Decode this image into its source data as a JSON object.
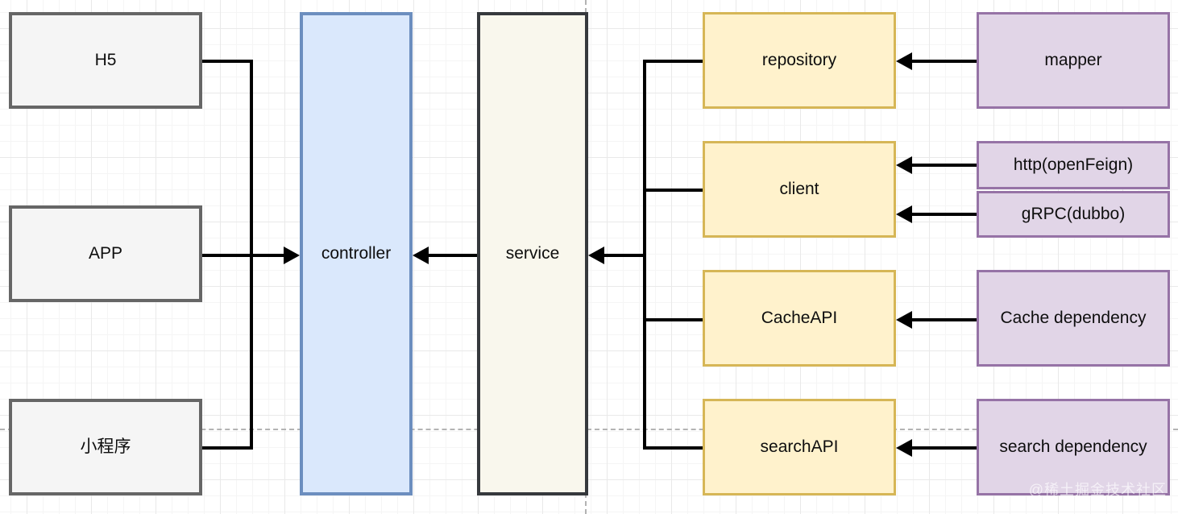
{
  "diagram": {
    "nodes": {
      "h5": {
        "label": "H5"
      },
      "app": {
        "label": "APP"
      },
      "mini_program": {
        "label": "小程序"
      },
      "controller": {
        "label": "controller"
      },
      "service": {
        "label": "service"
      },
      "repository": {
        "label": "repository"
      },
      "client": {
        "label": "client"
      },
      "cache_api": {
        "label": "CacheAPI"
      },
      "search_api": {
        "label": "searchAPI"
      },
      "mapper": {
        "label": "mapper"
      },
      "http_openfeign": {
        "label": "http(openFeign)"
      },
      "grpc_dubbo": {
        "label": "gRPC(dubbo)"
      },
      "cache_dependency": {
        "label": "Cache dependency"
      },
      "search_dependency": {
        "label": "search dependency"
      }
    },
    "edges": [
      {
        "from": "h5",
        "to": "controller"
      },
      {
        "from": "app",
        "to": "controller"
      },
      {
        "from": "mini_program",
        "to": "controller"
      },
      {
        "from": "service",
        "to": "controller"
      },
      {
        "from": "repository",
        "to": "service"
      },
      {
        "from": "client",
        "to": "service"
      },
      {
        "from": "cache_api",
        "to": "service"
      },
      {
        "from": "search_api",
        "to": "service"
      },
      {
        "from": "mapper",
        "to": "repository"
      },
      {
        "from": "http_openfeign",
        "to": "client"
      },
      {
        "from": "grpc_dubbo",
        "to": "client"
      },
      {
        "from": "cache_dependency",
        "to": "cache_api"
      },
      {
        "from": "search_dependency",
        "to": "search_api"
      }
    ],
    "palette": {
      "gray_fill": "#F5F5F5",
      "gray_stroke": "#666666",
      "blue_fill": "#DAE8FC",
      "blue_stroke": "#6C8EBF",
      "ivory_fill": "#F9F7ED",
      "ivory_stroke": "#36393D",
      "yellow_fill": "#FFF2CC",
      "yellow_stroke": "#D6B656",
      "purple_fill": "#E1D5E7",
      "purple_stroke": "#9673A6",
      "edge": "#000000",
      "dashed_guide": "#B3B3B3",
      "grid_minor": "#F5F5F5",
      "grid_major": "#E9E9E9"
    },
    "watermark": "@稀土掘金技术社区"
  }
}
